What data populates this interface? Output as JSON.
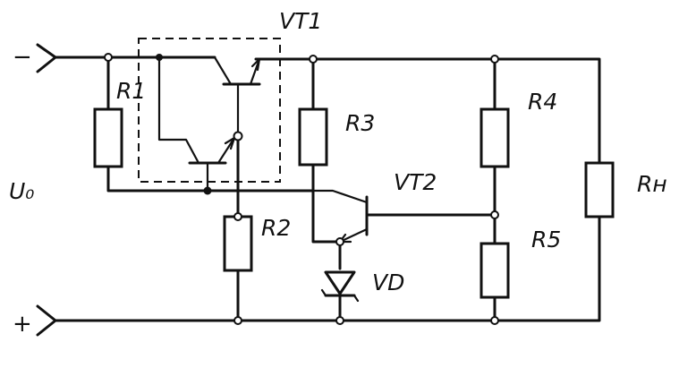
{
  "labels": {
    "vt1": "VT1",
    "vt2": "VT2",
    "r1": "R1",
    "r2": "R2",
    "r3": "R3",
    "r4": "R4",
    "r5": "R5",
    "rn": "Rн",
    "vd": "VD",
    "u0": "U₀",
    "minus": "−",
    "plus": "+"
  },
  "colors": {
    "ink": "#111111",
    "background": "#ffffff"
  }
}
